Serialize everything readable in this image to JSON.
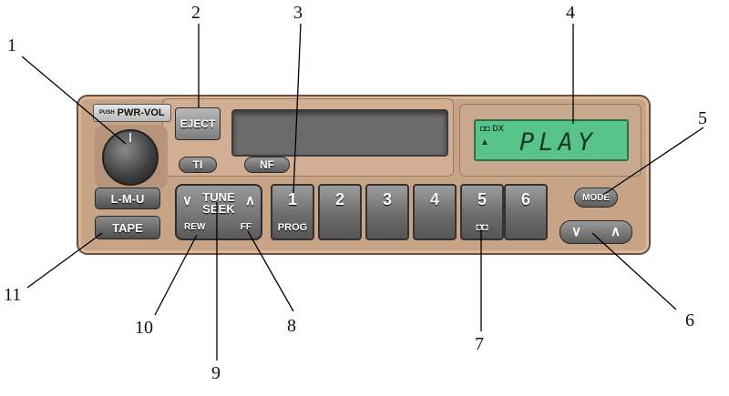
{
  "buttons": {
    "pwr_vol_push": "PUSH",
    "pwr_vol": "PWR-VOL",
    "eject": "EJECT",
    "ti": "TI",
    "nf": "NF",
    "lmu": "L-M-U",
    "tape": "TAPE",
    "mode": "MODE"
  },
  "tune_seek": {
    "line1": "TUNE",
    "line2": "SEEK",
    "left_chevron": "∨",
    "right_chevron": "∧",
    "rew": "REW",
    "ff": "FF"
  },
  "presets": [
    {
      "num": "1",
      "sub": "PROG"
    },
    {
      "num": "2",
      "sub": ""
    },
    {
      "num": "3",
      "sub": ""
    },
    {
      "num": "4",
      "sub": ""
    },
    {
      "num": "5",
      "sub": "◘◘"
    },
    {
      "num": "6",
      "sub": ""
    }
  ],
  "display": {
    "indicator": "◘◘ DX",
    "arrow": "▲",
    "text": "PLAY"
  },
  "arrow_buttons": {
    "down": "∨",
    "up": "∧"
  },
  "callouts": [
    "1",
    "2",
    "3",
    "4",
    "5",
    "6",
    "7",
    "8",
    "9",
    "10",
    "11"
  ],
  "colors": {
    "faceplate": "#c8a487",
    "lcd": "#58c48a",
    "button": "#6c6c6c"
  }
}
